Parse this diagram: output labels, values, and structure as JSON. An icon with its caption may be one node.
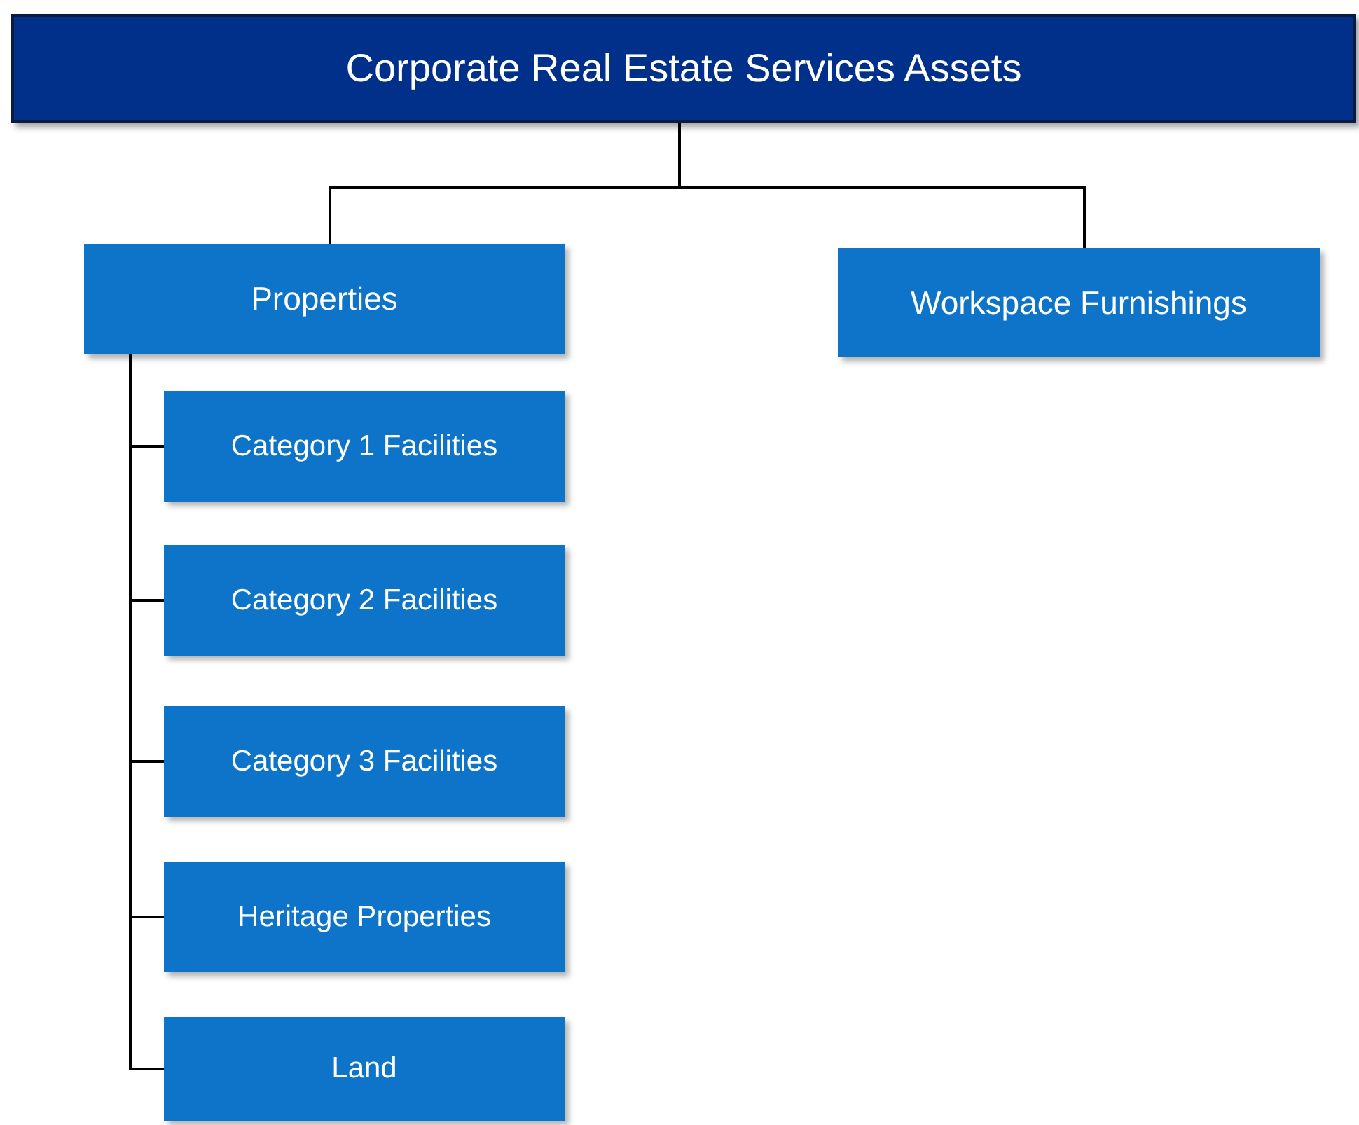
{
  "diagram": {
    "nodes": [
      {
        "text": [
          "Corporate Real Estate Services Assets"
        ]
      },
      {
        "text": [
          "Properties"
        ]
      },
      {
        "text": [
          "Workspace Furnishings"
        ]
      },
      {
        "text": [
          "Category 1 Facilities"
        ]
      },
      {
        "text": [
          "Category 2 Facilities"
        ]
      },
      {
        "text": [
          "Category 3 Facilities"
        ]
      },
      {
        "text": [
          "Heritage Properties"
        ]
      },
      {
        "text": [
          "Land"
        ]
      }
    ],
    "edges": [
      {
        "from": 0,
        "to": 1,
        "arrow": "none"
      },
      {
        "from": 0,
        "to": 2,
        "arrow": "none"
      },
      {
        "from": 1,
        "to": 3,
        "arrow": "none"
      },
      {
        "from": 1,
        "to": 4,
        "arrow": "none"
      },
      {
        "from": 1,
        "to": 5,
        "arrow": "none"
      },
      {
        "from": 1,
        "to": 6,
        "arrow": "none"
      },
      {
        "from": 1,
        "to": 7,
        "arrow": "none"
      }
    ]
  }
}
